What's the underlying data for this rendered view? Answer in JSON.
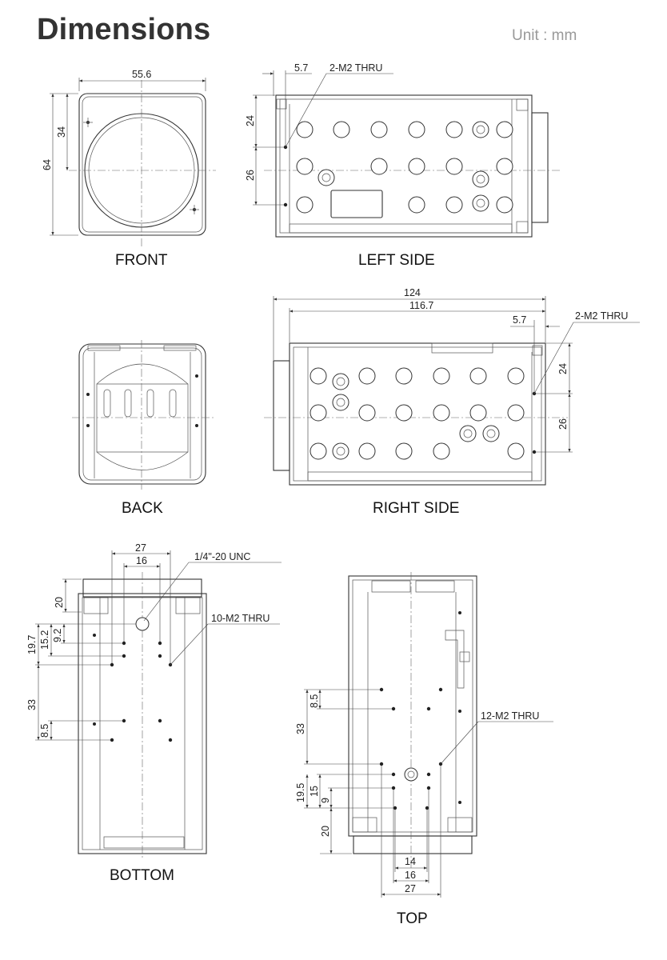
{
  "header": {
    "title": "Dimensions",
    "unit": "Unit : mm"
  },
  "views": {
    "front": {
      "label": "FRONT",
      "dims": {
        "width": "55.6",
        "height": "64",
        "offset": "34"
      }
    },
    "left_side": {
      "label": "LEFT SIDE",
      "dims": {
        "a": "5.7",
        "b": "24",
        "c": "26"
      },
      "note": "2-M2 THRU"
    },
    "back": {
      "label": "BACK"
    },
    "right_side": {
      "label": "RIGHT SIDE",
      "dims": {
        "total": "124",
        "body": "116.7",
        "a": "5.7",
        "b": "24",
        "c": "26"
      },
      "note": "2-M2 THRU"
    },
    "bottom": {
      "label": "BOTTOM",
      "dims": {
        "w27": "27",
        "w16": "16",
        "h20": "20",
        "h19_7": "19.7",
        "h15_2": "15.2",
        "h9_2": "9.2",
        "h33": "33",
        "h8_5": "8.5"
      },
      "note_tripod": "1/4\"-20 UNC",
      "note_holes": "10-M2 THRU"
    },
    "top": {
      "label": "TOP",
      "dims": {
        "h8_5": "8.5",
        "h33": "33",
        "h19_5": "19.5",
        "h15": "15",
        "h9": "9",
        "h20": "20",
        "w14": "14",
        "w16": "16",
        "w27": "27"
      },
      "note": "12-M2 THRU"
    }
  }
}
